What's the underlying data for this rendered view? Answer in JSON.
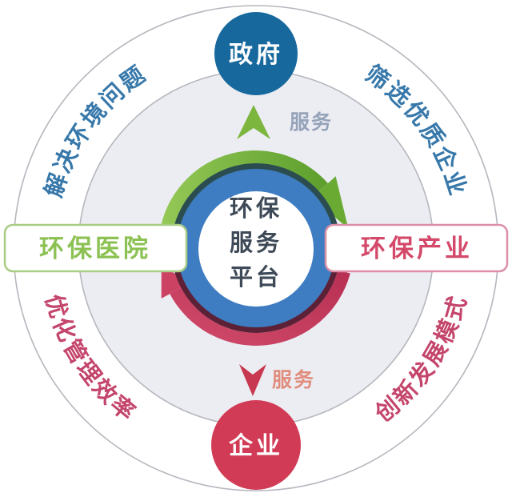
{
  "diagram": {
    "title_node": {
      "line1": "环保",
      "line2": "服务",
      "line3": "平台"
    },
    "top_node": {
      "label": "政府"
    },
    "bottom_node": {
      "label": "企业"
    },
    "left_box": {
      "label": "环保医院"
    },
    "right_box": {
      "label": "环保产业"
    },
    "service_top": {
      "label": "服务"
    },
    "service_bottom": {
      "label": "服务"
    },
    "ring_labels": {
      "top_left": "解决环境问题",
      "top_right": "筛选优质企业",
      "bottom_left": "优化管理效率",
      "bottom_right": "创新发展模式"
    },
    "colors": {
      "gov_blue": "#16689d",
      "enterprise_red": "#d23b56",
      "hub_blue": "#3e7dc2",
      "hub_text": "#3e4a57",
      "ring_label_blue": "#3778aa",
      "ring_label_red": "#c4456b",
      "left_box_text": "#8cc153",
      "left_box_border": "#a9cd82",
      "right_box_text": "#d4486a",
      "right_box_border": "#dc8fa6",
      "service_top_gray": "#95a3b9",
      "service_bottom_salmon": "#e18d7d",
      "arrow_green": "#7cb63e",
      "arrow_red": "#c83850",
      "shadow_teal": "#2b4d50",
      "shadow_maroon": "#5c2136",
      "circle_stroke": "#b6b6be",
      "inner_fill": "#ecedf3"
    }
  }
}
